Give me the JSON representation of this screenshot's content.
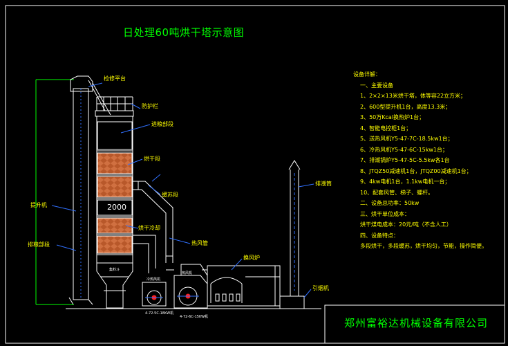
{
  "title": "日处理60吨烘干塔示意图",
  "notes": {
    "header": "设备详解：",
    "section1": "一、主要设备",
    "items": [
      "1、2×2×13米烘干塔，体等容22立方米；",
      "2、600型提升机1台，高度13.3米；",
      "3、50万Kcal换热炉1台；",
      "4、智能电控柜1台；",
      "5、送热风机Y5-47-7C-18.5kw1台；",
      "6、冷热风机Y5-47-6C-15kw1台；",
      "7、排潮锅炉Y5-47-5C-5.5kw各1台",
      "8、JTQZ50减速机1台，JTQZ00减速机1台；",
      "9、4kw电机1台，1.1kw电机一台；",
      "10、配套风管、梯子、螺杆。"
    ],
    "section2": "二、设备总功率：50kw",
    "section3": "三、烘干单位成本：",
    "cost": "烘干煤电成本：20元/吨（不含人工）",
    "section4": "四、设备特点：",
    "features": "多段烘干，多段缓苏，烘干均匀，节能，操作简便。"
  },
  "labels": {
    "top_platform": "检修平台",
    "guardrail": "防护栏",
    "conveyor": "进粮部段",
    "dryer": "烘干段",
    "tempering": "缓苏段",
    "cooling": "烘干冷却",
    "elevator": "提升机",
    "discharge": "排粮部段",
    "hot_air_pipe": "热风管",
    "furnace": "换风炉",
    "chimney": "排潮筒",
    "induced_fan": "引烟机",
    "hopper": "集料斗",
    "fan_a": "冷热风机",
    "fan_a_model": "4-72-5C-18KW机",
    "fan_b": "热风机",
    "fan_b_model": "4-72-6C-15KW机",
    "section_value": "2000"
  },
  "company": "郑州富裕达机械设备有限公司",
  "colors": {
    "background": "#000000",
    "tower_outline": "#ffffff",
    "annotation": "#ffff00",
    "title": "#00ff00",
    "drying_section": "#b8582a",
    "guide_lines": "#00ff00",
    "leader_lines": "#3070ff",
    "fan_accent": "#ff2020"
  }
}
